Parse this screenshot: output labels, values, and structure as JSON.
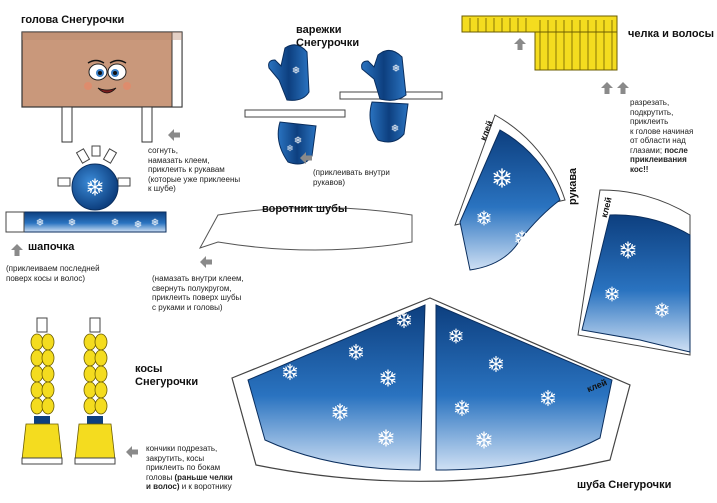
{
  "parts": {
    "head": {
      "label": "голова Снегурочки"
    },
    "mittens": {
      "label_line1": "варежки",
      "label_line2": "Снегурочки"
    },
    "bangs": {
      "label": "челка и волосы"
    },
    "hat": {
      "label": "шапочка"
    },
    "collar": {
      "label": "воротник шубы"
    },
    "sleeve": {
      "label": "рукава"
    },
    "braids": {
      "label_line1": "косы",
      "label_line2": "Снегурочки"
    },
    "coat": {
      "label": "шуба Снегурочки"
    },
    "glue_tab": {
      "label": "клей"
    }
  },
  "notes": {
    "head": [
      "согнуть,",
      "намазать клеем,",
      "приклеить к рукавам",
      "(которые уже приклеены",
      "к шубе)"
    ],
    "mittens": [
      "(приклеивать внутри",
      "рукавов)"
    ],
    "bangs": [
      "разрезать,",
      "подкрутить,",
      "приклеить",
      "к голове начиная",
      "от области над",
      "глазами; "
    ],
    "bangs_bold": [
      "после",
      "приклеивания",
      "кос!!"
    ],
    "hat": [
      "(приклеиваем последней",
      "поверх косы и волос)"
    ],
    "collar": [
      "(намазать внутри клеем,",
      "свернуть полукругом,",
      "приклеить поверх шубы",
      "с руками и головы)"
    ],
    "braids": [
      "кончики подрезать,",
      "закрутить, косы",
      "приклеить по бокам",
      "головы "
    ],
    "braids_bold": [
      "(раньше челки",
      "и волос)"
    ],
    "braids_tail": [
      " и к воротнику"
    ]
  },
  "colors": {
    "blue_dark": "#0d3f7f",
    "blue_mid": "#2a73c0",
    "blue_light": "#e8eef6",
    "skin": "#c9987b",
    "yellow": "#f4dc1f",
    "arrow": "#8a8a8a"
  },
  "icons": [
    "snowflake-icon",
    "arrow-up-icon",
    "arrow-left-icon"
  ]
}
